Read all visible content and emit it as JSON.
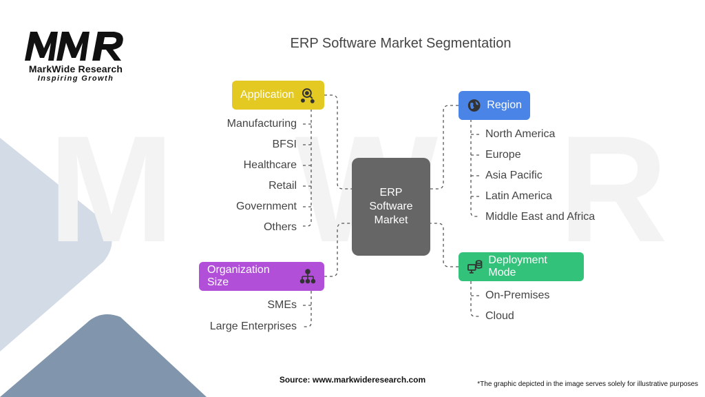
{
  "brand": {
    "name": "MarkWide Research",
    "tagline": "Inspiring Growth"
  },
  "title": "ERP Software Market Segmentation",
  "center": {
    "label": "ERP Software Market"
  },
  "categories": [
    {
      "label": "Application",
      "color": "#E3C922",
      "icon": "search-people-icon",
      "items": [
        "Manufacturing",
        "BFSI",
        "Healthcare",
        "Retail",
        "Government",
        "Others"
      ]
    },
    {
      "label": "Organization Size",
      "color": "#B24FD9",
      "icon": "org-chart-icon",
      "items": [
        "SMEs",
        "Large Enterprises"
      ]
    },
    {
      "label": "Region",
      "color": "#4A84E6",
      "icon": "globe-icon",
      "items": [
        "North America",
        "Europe",
        "Asia Pacific",
        "Latin America",
        "Middle East and Africa"
      ]
    },
    {
      "label": "Deployment Mode",
      "color": "#33C27A",
      "icon": "server-computer-icon",
      "items": [
        "On-Premises",
        "Cloud"
      ]
    }
  ],
  "source": "Source: www.markwideresearch.com",
  "disclaimer": "*The graphic depicted in the image serves solely for illustrative purposes"
}
